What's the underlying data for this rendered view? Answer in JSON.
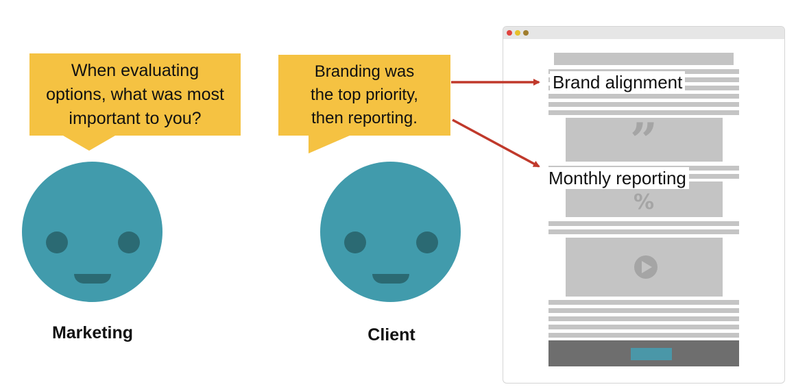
{
  "marketing": {
    "question": "When evaluating\noptions, what was most\nimportant to you?",
    "label": "Marketing"
  },
  "client": {
    "answer": "Branding was\nthe top priority,\nthen reporting.",
    "label": "Client"
  },
  "callouts": {
    "brand": "Brand alignment",
    "monthly": "Monthly reporting"
  },
  "colors": {
    "bubble": "#F5C242",
    "face": "#419BAC",
    "features": "#2B6A73",
    "arrow": "#C0392B",
    "wireframe": "#C4C4C4"
  },
  "icons": {
    "quote": "quote-icon",
    "percent": "percent-icon",
    "play": "play-icon"
  }
}
